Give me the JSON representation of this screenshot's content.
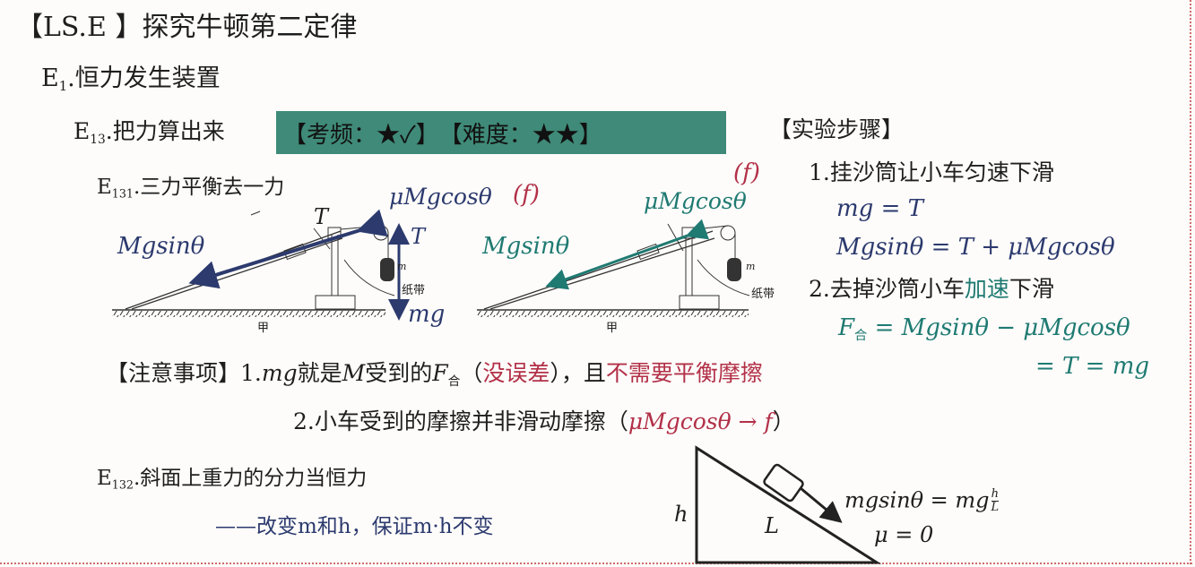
{
  "title": {
    "bracket_code": "【LS.E 】",
    "text": "探究牛顿第二定律"
  },
  "e1": {
    "code": "E",
    "sub": "1",
    "text": ".恒力发生装置"
  },
  "e13": {
    "code": "E",
    "sub": "13",
    "text": ".把力算出来"
  },
  "badge": {
    "frequency": "【考频：★✓】",
    "difficulty": "【难度：★★】"
  },
  "e131": {
    "code": "E",
    "sub": "131",
    "text": ".三力平衡去一力"
  },
  "diagram1": {
    "friction_label": "μMgcosθ",
    "f_label": "(f)",
    "tension_incline": "T",
    "tension_vertical": "T",
    "gravity_component": "Mgsinθ",
    "weight": "mg",
    "mass": "m",
    "tape": "纸带",
    "caption": "甲"
  },
  "diagram2": {
    "friction_label": "μMgcosθ",
    "f_label": "(f)",
    "gravity_component": "Mgsinθ",
    "mass": "m",
    "tape": "纸带",
    "caption": "甲"
  },
  "steps": {
    "heading": "【实验步骤】",
    "step1": "1.挂沙筒让小车匀速下滑",
    "step1_eq1": "mg = T",
    "step1_eq2": "Mgsinθ = T + μMgcosθ",
    "step2_a": "2.去掉沙筒小车",
    "step2_b": "加速",
    "step2_c": "下滑",
    "step2_eq1_f": "F",
    "step2_eq1_sub": "合",
    "step2_eq1_rest": " = Mgsinθ − μMgcosθ",
    "step2_eq2": "= T = mg"
  },
  "notes": {
    "heading": "【注意事项】",
    "n1_a": "1.",
    "n1_mg": "mg",
    "n1_b": "就是",
    "n1_M": "M",
    "n1_c": "受到的",
    "n1_F": "F",
    "n1_sub": "合",
    "n1_d": "（",
    "n1_red1": "没误差",
    "n1_e": "），且",
    "n1_red2": "不需要平衡摩擦",
    "n2_a": "2.小车受到的摩擦并非滑动摩擦（",
    "n2_math": "μMgcosθ → f",
    "n2_b": "）"
  },
  "e132": {
    "code": "E",
    "sub": "132",
    "text": ".斜面上重力的分力当恒力",
    "note": "——改变m和h，保证m·h不变"
  },
  "triangle": {
    "h": "h",
    "L": "L",
    "eq_left": "mgsinθ = mg",
    "frac_num": "h",
    "frac_den": "L",
    "mu": "μ = 0"
  }
}
